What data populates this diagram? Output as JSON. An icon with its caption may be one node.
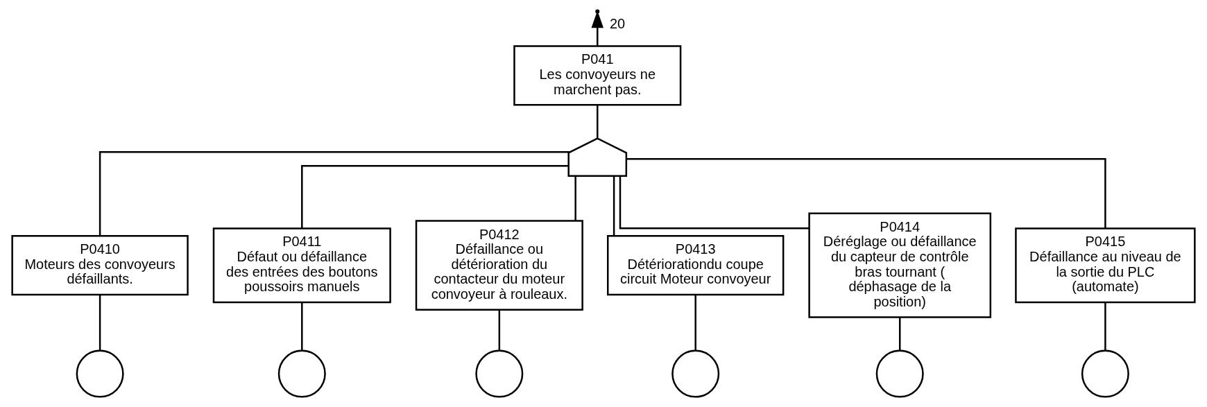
{
  "diagram": {
    "nodes": [
      {
        "text": [
          "P041",
          "Les convoyeurs ne marchent pas."
        ]
      },
      {
        "text": [],
        "shape": "gate"
      },
      {
        "text": [
          "P0410",
          "Moteurs des convoyeurs défaillants."
        ]
      },
      {
        "text": [
          "P0411",
          "Défaut ou défaillance des entrées des boutons poussoirs manuels"
        ]
      },
      {
        "text": [
          "P0412",
          "Défaillance ou détérioration du contacteur du moteur convoyeur à rouleaux."
        ]
      },
      {
        "text": [
          "P0413",
          "Détériorationdu coupe circuit Moteur convoyeur"
        ]
      },
      {
        "text": [
          "P0414",
          "Déréglage ou défaillance du capteur de contrôle bras tournant ( déphasage de la position)"
        ]
      },
      {
        "text": [
          "P0415",
          "Défaillance au niveau de la sortie du PLC (automate)"
        ]
      },
      {
        "text": [],
        "shape": "circle"
      },
      {
        "text": [],
        "shape": "circle"
      },
      {
        "text": [],
        "shape": "circle"
      },
      {
        "text": [],
        "shape": "circle"
      },
      {
        "text": [],
        "shape": "circle"
      },
      {
        "text": [],
        "shape": "circle"
      }
    ],
    "edges": [
      {
        "from": 0,
        "to": null,
        "arrow": "to",
        "label": "20"
      },
      {
        "from": 1,
        "to": 0,
        "arrow": "none"
      },
      {
        "from": 2,
        "to": 1,
        "arrow": "none"
      },
      {
        "from": 3,
        "to": 1,
        "arrow": "none"
      },
      {
        "from": 4,
        "to": 1,
        "arrow": "none"
      },
      {
        "from": 5,
        "to": 1,
        "arrow": "none"
      },
      {
        "from": 6,
        "to": 1,
        "arrow": "none"
      },
      {
        "from": 7,
        "to": 1,
        "arrow": "none"
      },
      {
        "from": 2,
        "to": 8,
        "arrow": "none"
      },
      {
        "from": 3,
        "to": 9,
        "arrow": "none"
      },
      {
        "from": 4,
        "to": 10,
        "arrow": "none"
      },
      {
        "from": 5,
        "to": 11,
        "arrow": "none"
      },
      {
        "from": 6,
        "to": 12,
        "arrow": "none"
      },
      {
        "from": 7,
        "to": 13,
        "arrow": "none"
      }
    ]
  }
}
